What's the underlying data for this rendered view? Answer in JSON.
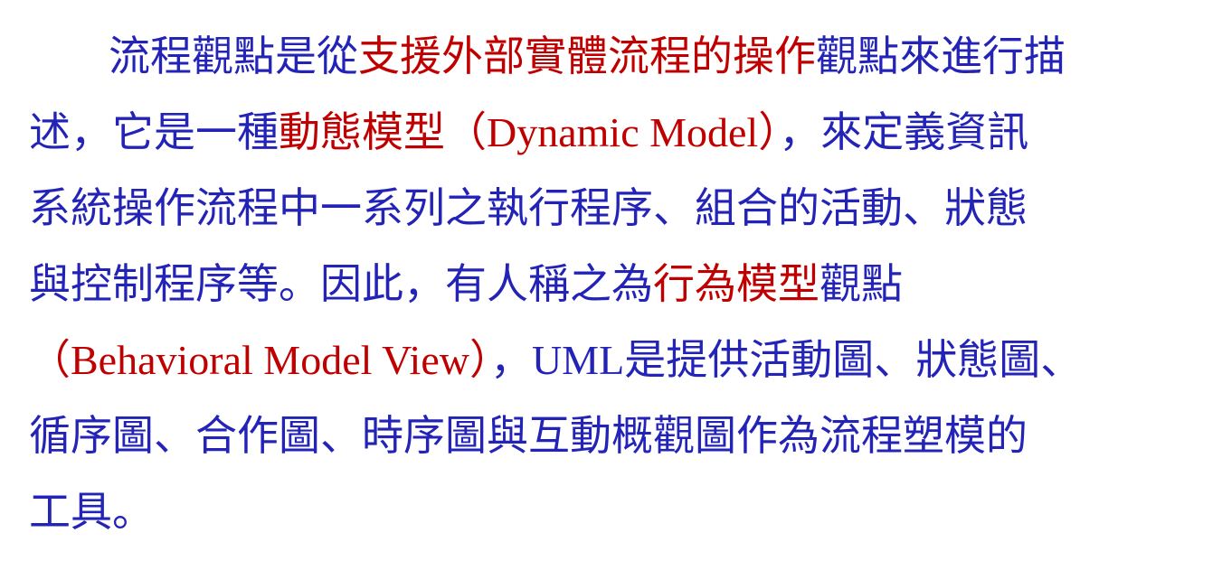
{
  "colors": {
    "blue": "#2323b8",
    "red": "#c00000",
    "background": "#ffffff"
  },
  "paragraph": {
    "lines": [
      {
        "segments": [
          {
            "text": "流程觀點是從",
            "color": "blue"
          },
          {
            "text": "支援外部實體流程的操作",
            "color": "red"
          },
          {
            "text": "觀點來進行描",
            "color": "blue"
          }
        ]
      },
      {
        "segments": [
          {
            "text": "述，它是一種",
            "color": "blue"
          },
          {
            "text": "動態模型（",
            "color": "red"
          },
          {
            "text": "Dynamic Model",
            "color": "red",
            "latin": true
          },
          {
            "text": "）",
            "color": "red"
          },
          {
            "text": "，來定義資訊",
            "color": "blue"
          }
        ]
      },
      {
        "segments": [
          {
            "text": "系統操作流程中一系列之執行程序、組合的活動、狀態",
            "color": "blue"
          }
        ]
      },
      {
        "segments": [
          {
            "text": "與控制程序等。因此，有人稱之為",
            "color": "blue"
          },
          {
            "text": "行為模型",
            "color": "red"
          },
          {
            "text": "觀點",
            "color": "blue"
          }
        ]
      },
      {
        "segments": [
          {
            "text": "（",
            "color": "red"
          },
          {
            "text": "Behavioral Model View",
            "color": "red",
            "latin": true
          },
          {
            "text": "）",
            "color": "red"
          },
          {
            "text": "，",
            "color": "blue"
          },
          {
            "text": "UML",
            "color": "blue",
            "latin": true
          },
          {
            "text": "是提供活動圖、狀態圖、",
            "color": "blue"
          }
        ]
      },
      {
        "segments": [
          {
            "text": "循序圖、合作圖、時序圖與互動概觀圖作為流程塑模的",
            "color": "blue"
          }
        ]
      },
      {
        "segments": [
          {
            "text": "工具。",
            "color": "blue"
          }
        ]
      }
    ]
  }
}
